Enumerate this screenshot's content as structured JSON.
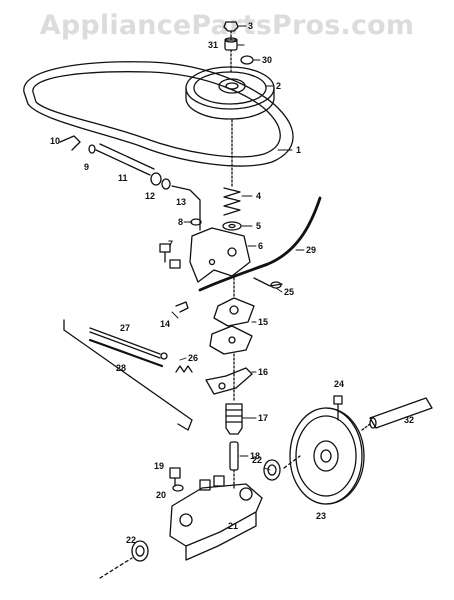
{
  "watermark": "AppliancePartsPros.com",
  "callouts": [
    "3",
    "31",
    "30",
    "2",
    "1",
    "10",
    "9",
    "11",
    "12",
    "13",
    "4",
    "8",
    "5",
    "7",
    "6",
    "29",
    "25",
    "14",
    "15",
    "27",
    "26",
    "28",
    "16",
    "24",
    "17",
    "32",
    "18",
    "22",
    "19",
    "20",
    "21",
    "23",
    "22"
  ],
  "colors": {
    "ink": "#111111",
    "watermark": "#dcdcdc"
  }
}
